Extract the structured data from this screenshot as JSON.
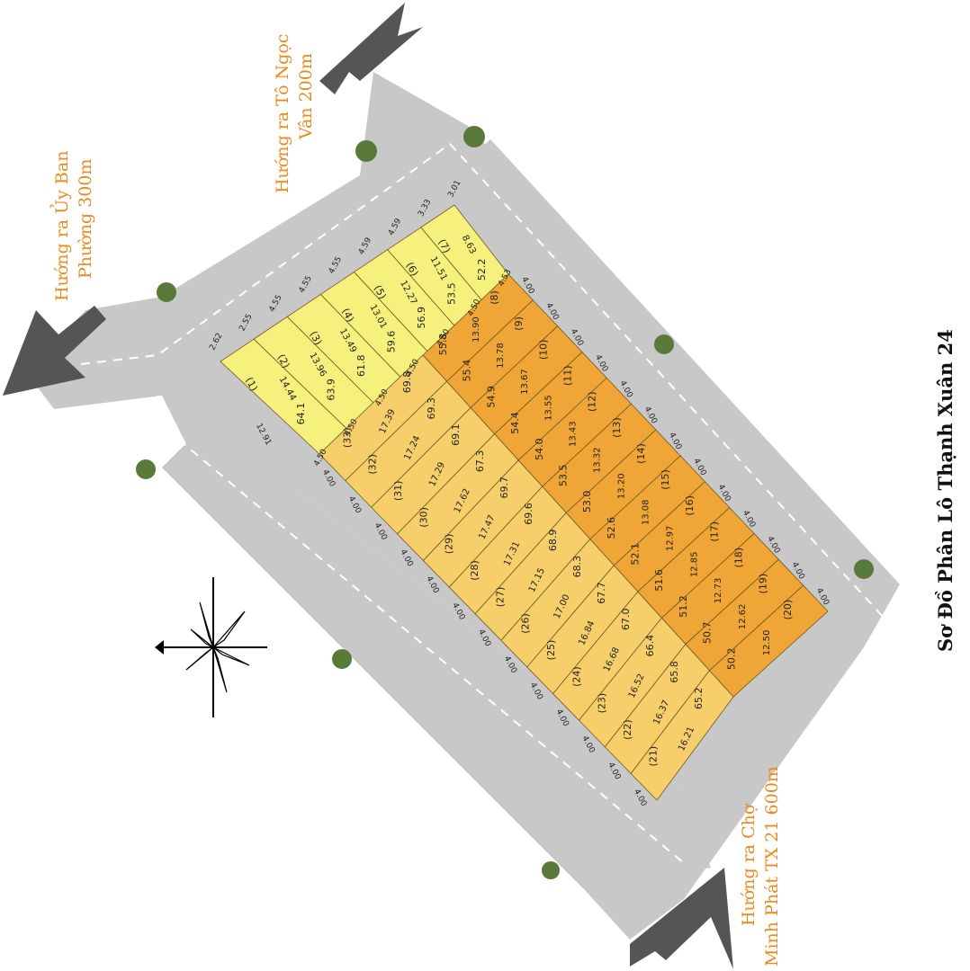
{
  "title": "Sơ Đồ Phân Lô Thạnh Xuân 24",
  "directions": {
    "top_left_line1": "Hướng ra Ủy Ban",
    "top_left_line2": "Phường 300m",
    "top_line1": "Hướng ra Tô Ngọc",
    "top_line2": "Vân 200m",
    "bottom_line1": "Hướng ra Chợ",
    "bottom_line2": "Minh Phát TX 21 600m"
  },
  "colors": {
    "road": "#c8c8c8",
    "lot_yellow": "#f6f07c",
    "lot_light_orange": "#f7cf6a",
    "lot_orange": "#f0a637",
    "lot_border": "#6b5a20",
    "direction_text": "#e88a1e"
  },
  "lots_top_row": [
    {
      "id": "(1)",
      "area": "64.1",
      "len": "14.44"
    },
    {
      "id": "(2)",
      "area": "63.9",
      "len": "13.96"
    },
    {
      "id": "(3)",
      "area": "61.8",
      "len": "13.49"
    },
    {
      "id": "(4)",
      "area": "59.6",
      "len": "13.01"
    },
    {
      "id": "(5)",
      "area": "56.9",
      "len": "12.27"
    },
    {
      "id": "(6)",
      "area": "53.5",
      "len": "11.51"
    },
    {
      "id": "(7)",
      "area": "52.2",
      "len": "8.63"
    }
  ],
  "lots_right_row": [
    {
      "id": "(8)",
      "area": "55.8",
      "len": "13.90"
    },
    {
      "id": "(9)",
      "area": "55.4",
      "len": "13.78"
    },
    {
      "id": "(10)",
      "area": "54.9",
      "len": "13.67"
    },
    {
      "id": "(11)",
      "area": "54.4",
      "len": "13.55"
    },
    {
      "id": "(12)",
      "area": "54.0",
      "len": "13.43"
    },
    {
      "id": "(13)",
      "area": "53.5",
      "len": "13.32"
    },
    {
      "id": "(14)",
      "area": "53.0",
      "len": "13.20"
    },
    {
      "id": "(15)",
      "area": "52.6",
      "len": "13.08"
    },
    {
      "id": "(16)",
      "area": "52.1",
      "len": "12.97"
    },
    {
      "id": "(17)",
      "area": "51.6",
      "len": "12.85"
    },
    {
      "id": "(18)",
      "area": "51.2",
      "len": "12.73"
    },
    {
      "id": "(19)",
      "area": "50.7",
      "len": "12.62"
    },
    {
      "id": "(20)",
      "area": "50.2",
      "len": "12.50"
    }
  ],
  "lots_left_row": [
    {
      "id": "(33)",
      "area": "69.8",
      "len": "17.39"
    },
    {
      "id": "(32)",
      "area": "69.3",
      "len": "17.24"
    },
    {
      "id": "(31)",
      "area": "69.1",
      "len": "17.29"
    },
    {
      "id": "(30)",
      "area": "67.3",
      "len": "17.62"
    },
    {
      "id": "(29)",
      "area": "69.7",
      "len": "17.47"
    },
    {
      "id": "(28)",
      "area": "69.6",
      "len": "17.31"
    },
    {
      "id": "(27)",
      "area": "68.9",
      "len": "17.15"
    },
    {
      "id": "(26)",
      "area": "68.3",
      "len": "17.00"
    },
    {
      "id": "(25)",
      "area": "67.7",
      "len": "16.84"
    },
    {
      "id": "(24)",
      "area": "67.0",
      "len": "16.68"
    },
    {
      "id": "(23)",
      "area": "66.4",
      "len": "16.52"
    },
    {
      "id": "(22)",
      "area": "65.8",
      "len": "16.37"
    },
    {
      "id": "(21)",
      "area": "65.2",
      "len": "16.21"
    }
  ],
  "top_edge_widths": [
    "2.62",
    "2.55",
    "4.55",
    "4.55",
    "4.55",
    "4.59",
    "4.59",
    "3.33",
    "3.01"
  ],
  "inner_widths": [
    "4.50",
    "4.50",
    "4.50",
    "4.50",
    "4.50",
    "4.50",
    "4.53"
  ],
  "bottom_edge_width": "4.00",
  "left_side_length": "12.91"
}
